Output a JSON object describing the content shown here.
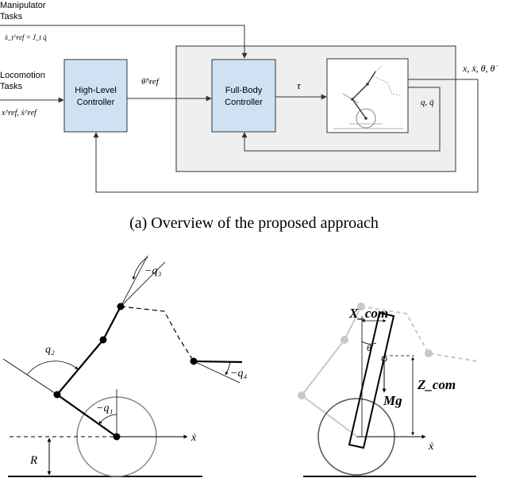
{
  "block_diagram": {
    "inputs": {
      "manipulator_line1": "Manipulator",
      "manipulator_line2": "Tasks",
      "manipulator_eq": "ẋ_t^ref = J_t q̇",
      "locomotion_line1": "Locomotion",
      "locomotion_line2": "Tasks",
      "locomotion_eq": "x^ref, ẋ^ref"
    },
    "blocks": {
      "high_level_line1": "High-Level",
      "high_level_line2": "Controller",
      "full_body_line1": "Full-Body",
      "full_body_line2": "Controller"
    },
    "signals": {
      "theta_ref": "θ̈^ref",
      "tau": "τ",
      "q_qdot": "q, q̇",
      "state": "x, ẋ, θ, θ̇"
    }
  },
  "caption_a": "(a) Overview of the proposed approach",
  "leg_diagram": {
    "q1": "−q₁",
    "q2": "q₂",
    "q3": "−q₃",
    "q4": "−q₄",
    "x_axis": "ẋ",
    "radius": "R"
  },
  "pendulum_diagram": {
    "x_com": "X_com",
    "z_com": "Z_com",
    "theta": "θ",
    "mg": "Mg",
    "x_axis": "ẋ"
  },
  "colors": {
    "block_fill": "#cfe2f3",
    "panel_fill": "#efefef",
    "line": "#333333",
    "ghost": "#c8c8c8"
  }
}
